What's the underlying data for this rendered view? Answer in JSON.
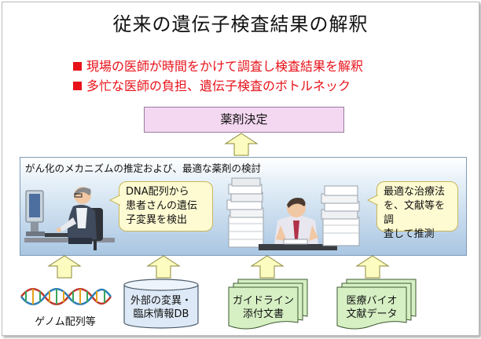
{
  "slide": {
    "title": "従来の遺伝子検査結果の解釈",
    "bullets": [
      "現場の医師が時間をかけて調査し検査結果を解釈",
      "多忙な医師の負担、遺伝子検査のボトルネック"
    ],
    "decision_box": "薬剤決定",
    "panel_title": "がん化のメカニズムの推定および、最適な薬剤の検討",
    "bubble_left": [
      "DNA配列から",
      "患者さんの遺伝",
      "子変異を検出"
    ],
    "bubble_right": [
      "最適な治療法",
      "を、文献等を調",
      "査して推測"
    ],
    "sources": {
      "genome": "ゲノム配列等",
      "database": [
        "外部の変異・",
        "臨床情報DB"
      ],
      "guidelines": [
        "ガイドライン",
        "添付文書"
      ],
      "literature": [
        "医療バイオ",
        "文献データ"
      ]
    }
  },
  "colors": {
    "bullet_red": "#e8121a",
    "decision_fill": "#f4d7f0",
    "arrow_fill": "#fdfcc0",
    "bubble_fill": "#fefbd2",
    "panel_fill": "#a9c6e2",
    "doc_fill": "#d6f0c4",
    "db_fill": "#dde9f6"
  }
}
